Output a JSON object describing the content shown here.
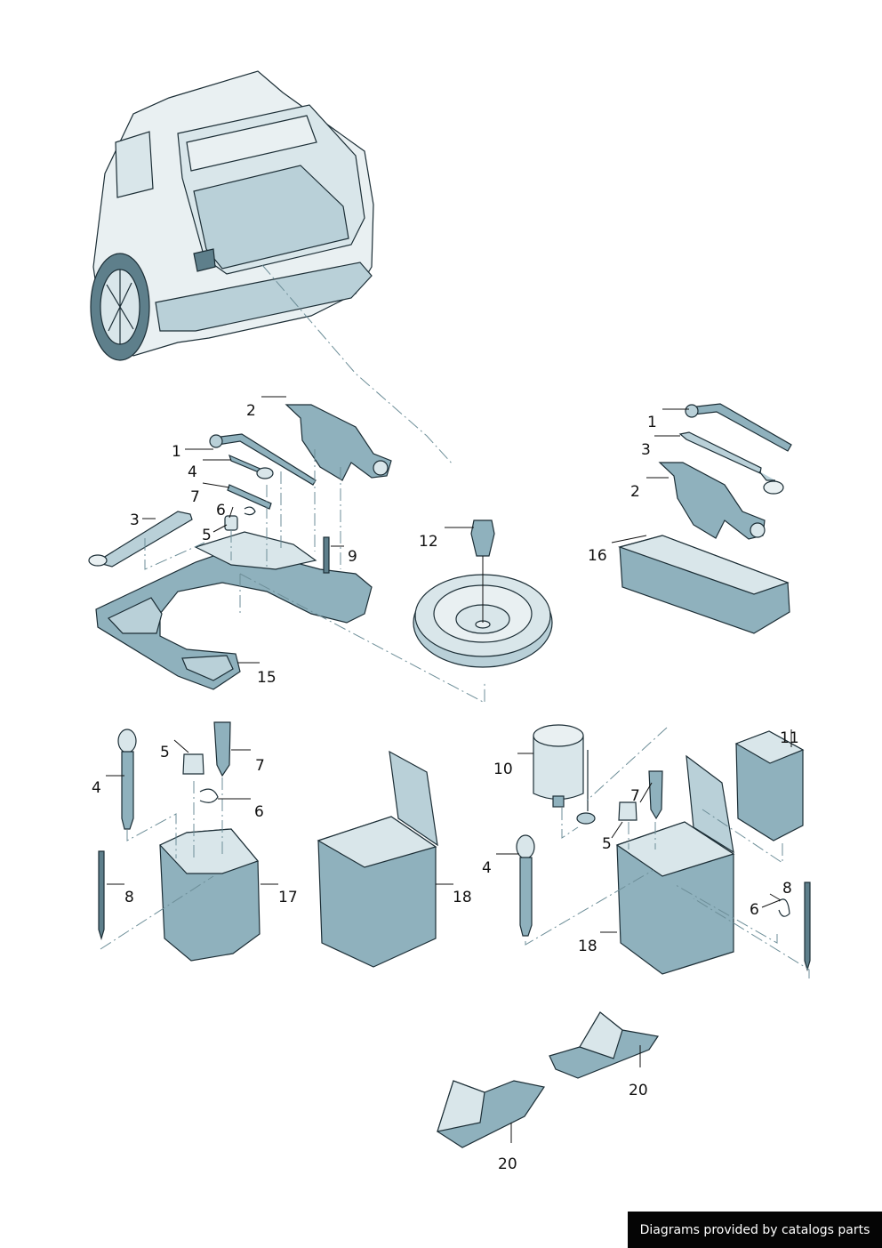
{
  "callouts": {
    "g1_1": "1",
    "g1_2": "2",
    "g1_3": "3",
    "g1_4": "4",
    "g1_5": "5",
    "g1_6": "6",
    "g1_7": "7",
    "g1_9": "9",
    "g1_12": "12",
    "g1_15": "15",
    "g2_1": "1",
    "g2_3": "3",
    "g2_2": "2",
    "g2_16": "16",
    "g3_5": "5",
    "g3_7": "7",
    "g3_4": "4",
    "g3_6": "6",
    "g3_8": "8",
    "g3_17": "17",
    "g4_18": "18",
    "g5_10": "10",
    "g5_11": "11",
    "g5_7": "7",
    "g5_5": "5",
    "g5_4": "4",
    "g5_8": "8",
    "g5_6": "6",
    "g5_18": "18",
    "g6_20a": "20",
    "g6_20b": "20"
  },
  "credit": "Diagrams provided by catalogs parts",
  "colors": {
    "part_fill": "#8fb1bd",
    "part_light": "#d9e6ea",
    "outline": "#1c2e36",
    "credit_bg": "#050505"
  }
}
